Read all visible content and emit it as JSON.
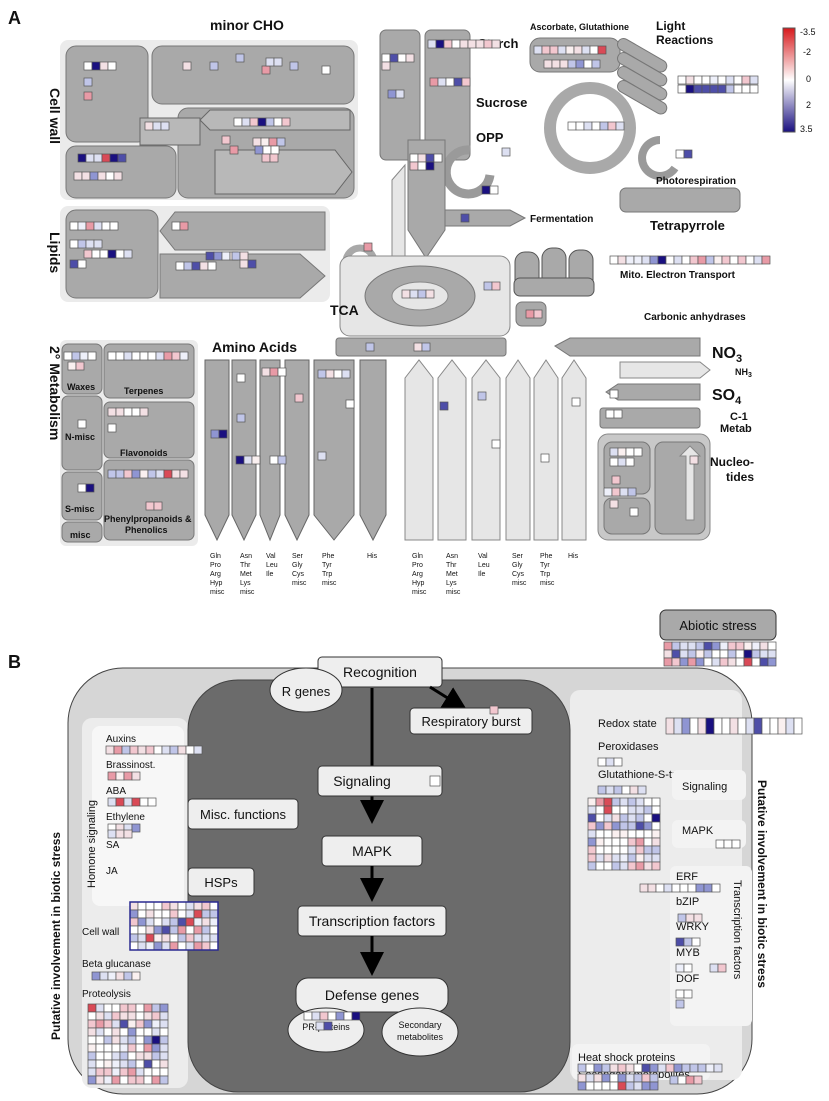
{
  "panel_a": {
    "letter": "A",
    "legend": {
      "ticks": [
        "-3.5",
        "-2",
        "0",
        "2",
        "3.5"
      ],
      "colors": {
        "neg": "#d7191c",
        "zero": "#ffffff",
        "pos": "#1a1080"
      }
    },
    "labels": {
      "minor_cho": "minor CHO",
      "cell_wall": "Cell wall",
      "lipids": "Lipids",
      "starch": "Starch",
      "sucrose": "Sucrose",
      "opp": "OPP",
      "fermentation": "Fermentation",
      "ascorbate": "Ascorbate, Glutathione",
      "light_reactions_1": "Light",
      "light_reactions_2": "Reactions",
      "photorespiration": "Photorespiration",
      "tetrapyrrole": "Tetrapyrrole",
      "mito": "Mito. Electron Transport",
      "carbonic": "Carbonic anhydrases",
      "tca": "TCA",
      "amino_acids": "Amino Acids",
      "no3": "NO",
      "no3_sub": "3",
      "nh3": "NH",
      "nh3_sub": "3",
      "so4": "SO",
      "so4_sub": "4",
      "c1_1": "C-1",
      "c1_2": "Metab",
      "nucleo_1": "Nucleo-",
      "nucleo_2": "tides",
      "secondary_metabolism": "2° Metabolism",
      "waxes": "Waxes",
      "terpenes": "Terpenes",
      "n_misc": "N-misc",
      "flavonoids": "Flavonoids",
      "s_misc": "S-misc",
      "phenyl_1": "Phenylpropanoids &",
      "phenyl_2": "Phenolics",
      "misc": "misc"
    },
    "aa_columns": [
      [
        "Gln",
        "Pro",
        "Arg",
        "Hyp",
        "misc"
      ],
      [
        "Asn",
        "Thr",
        "Met",
        "Lys",
        "misc"
      ],
      [
        "Val",
        "Leu",
        "Ile"
      ],
      [
        "Ser",
        "Gly",
        "Cys",
        "misc"
      ],
      [
        "Phe",
        "Tyr",
        "Trp",
        "misc"
      ],
      [
        "His"
      ]
    ]
  },
  "panel_b": {
    "letter": "B",
    "center": {
      "recognition": "Recognition",
      "r_genes": "R genes",
      "respiratory_burst": "Respiratory burst",
      "signaling": "Signaling",
      "mapk": "MAPK",
      "transcription_factors": "Transcription factors",
      "defense_genes": "Defense genes",
      "pr_proteins": "PR-proteins",
      "secondary_1": "Secondary",
      "secondary_2": "metabolites"
    },
    "left": {
      "side_label": "Putative involvement in biotic stress",
      "hormone_signaling": "Homone signaling",
      "auxins": "Auxins",
      "brassinost": "Brassinost.",
      "aba": "ABA",
      "ethylene": "Ethylene",
      "sa": "SA",
      "ja": "JA",
      "misc_functions": "Misc. functions",
      "hsps": "HSPs",
      "cell_wall": "Cell wall",
      "beta_glucanase": "Beta glucanase",
      "proteolysis": "Proteolysis"
    },
    "right": {
      "side_label": "Putative involvement in biotic stress",
      "abiotic_stress": "Abiotic stress",
      "redox_state": "Redox state",
      "peroxidases": "Peroxidases",
      "glutathione": "Glutathione-S-transferase",
      "signaling": "Signaling",
      "mapk": "MAPK",
      "erf": "ERF",
      "bzip": "bZIP",
      "wrky": "WRKY",
      "myb": "MYB",
      "dof": "DOF",
      "transcription_factors": "Transcription factors",
      "heat_shock": "Heat shock proteins",
      "secondary_metabolites": "Secondary metabolites"
    }
  }
}
